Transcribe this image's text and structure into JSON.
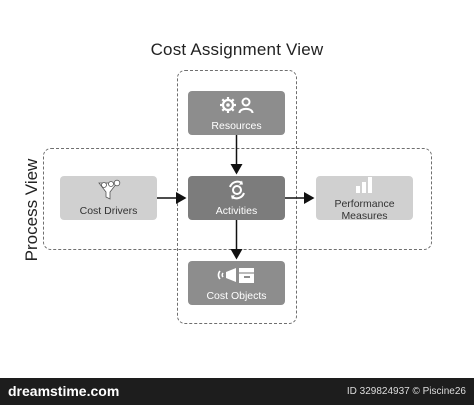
{
  "titles": {
    "top": "Cost Assignment View",
    "side": "Process View"
  },
  "nodes": {
    "resources": {
      "label": "Resources",
      "icon": "gear-person-icon"
    },
    "activities": {
      "label": "Activities",
      "icon": "cycle-gear-icon"
    },
    "cost_objects": {
      "label": "Cost Objects",
      "icon": "megaphone-box-icon"
    },
    "cost_drivers": {
      "label": "Cost Drivers",
      "icon": "funnel-icon"
    },
    "performance_measures": {
      "label": "Performance\nMeasures",
      "icon": "bar-chart-icon"
    }
  },
  "footer": {
    "brand": "dreamstime.com",
    "meta": "ID 329824937 © Piscine26"
  },
  "colors": {
    "dark_node": "#8d8d8d",
    "center_node": "#7c7c7c",
    "light_node": "#d0d0d0",
    "arrow": "#111111"
  }
}
